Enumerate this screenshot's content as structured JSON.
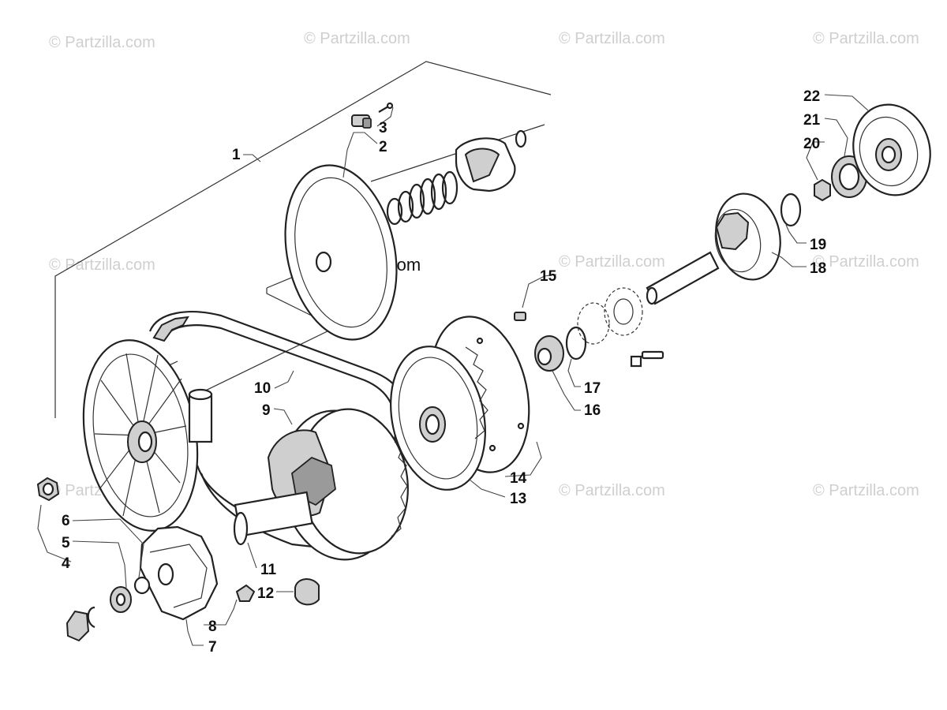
{
  "watermark": {
    "text": "© Partzilla.com",
    "center_text": "© Partzilla.com"
  },
  "callouts": [
    {
      "id": "1",
      "label": "1"
    },
    {
      "id": "2",
      "label": "2"
    },
    {
      "id": "3",
      "label": "3"
    },
    {
      "id": "4",
      "label": "4"
    },
    {
      "id": "5",
      "label": "5"
    },
    {
      "id": "6",
      "label": "6"
    },
    {
      "id": "7",
      "label": "7"
    },
    {
      "id": "8",
      "label": "8"
    },
    {
      "id": "9",
      "label": "9"
    },
    {
      "id": "10",
      "label": "10"
    },
    {
      "id": "11",
      "label": "11"
    },
    {
      "id": "12",
      "label": "12"
    },
    {
      "id": "13",
      "label": "13"
    },
    {
      "id": "14",
      "label": "14"
    },
    {
      "id": "15",
      "label": "15"
    },
    {
      "id": "16",
      "label": "16"
    },
    {
      "id": "17",
      "label": "17"
    },
    {
      "id": "18",
      "label": "18"
    },
    {
      "id": "19",
      "label": "19"
    },
    {
      "id": "20",
      "label": "20"
    },
    {
      "id": "21",
      "label": "21"
    },
    {
      "id": "22",
      "label": "22"
    }
  ]
}
